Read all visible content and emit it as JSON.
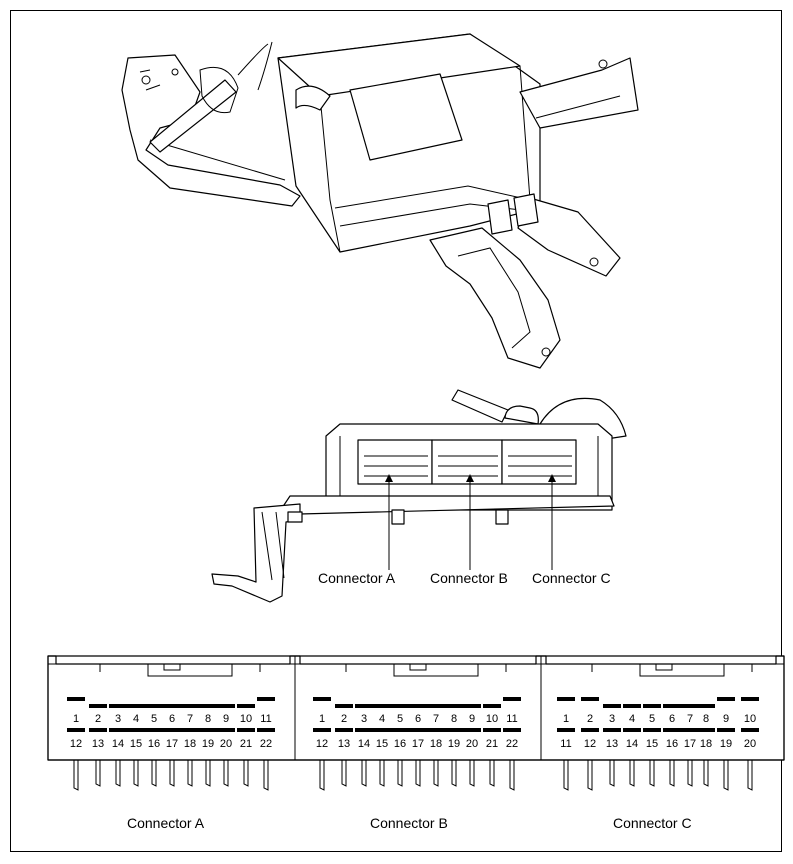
{
  "labels": {
    "upper": [
      "Connector A",
      "Connector B",
      "Connector C"
    ],
    "lower": [
      "Connector A",
      "Connector B",
      "Connector C"
    ]
  },
  "connectors": [
    {
      "id": "a",
      "top": [
        "1",
        "2",
        "3",
        "4",
        "5",
        "6",
        "7",
        "8",
        "9",
        "10",
        "11"
      ],
      "bottom": [
        "12",
        "13",
        "14",
        "15",
        "16",
        "17",
        "18",
        "19",
        "20",
        "21",
        "22"
      ]
    },
    {
      "id": "b",
      "top": [
        "1",
        "2",
        "3",
        "4",
        "5",
        "6",
        "7",
        "8",
        "9",
        "10",
        "11"
      ],
      "bottom": [
        "12",
        "13",
        "14",
        "15",
        "16",
        "17",
        "18",
        "19",
        "20",
        "21",
        "22"
      ]
    },
    {
      "id": "c",
      "top": [
        "1",
        "2",
        "3",
        "4",
        "5",
        "6",
        "7",
        "8",
        "9",
        "10"
      ],
      "bottom": [
        "11",
        "12",
        "13",
        "14",
        "15",
        "16",
        "17",
        "18",
        "19",
        "20"
      ]
    }
  ]
}
